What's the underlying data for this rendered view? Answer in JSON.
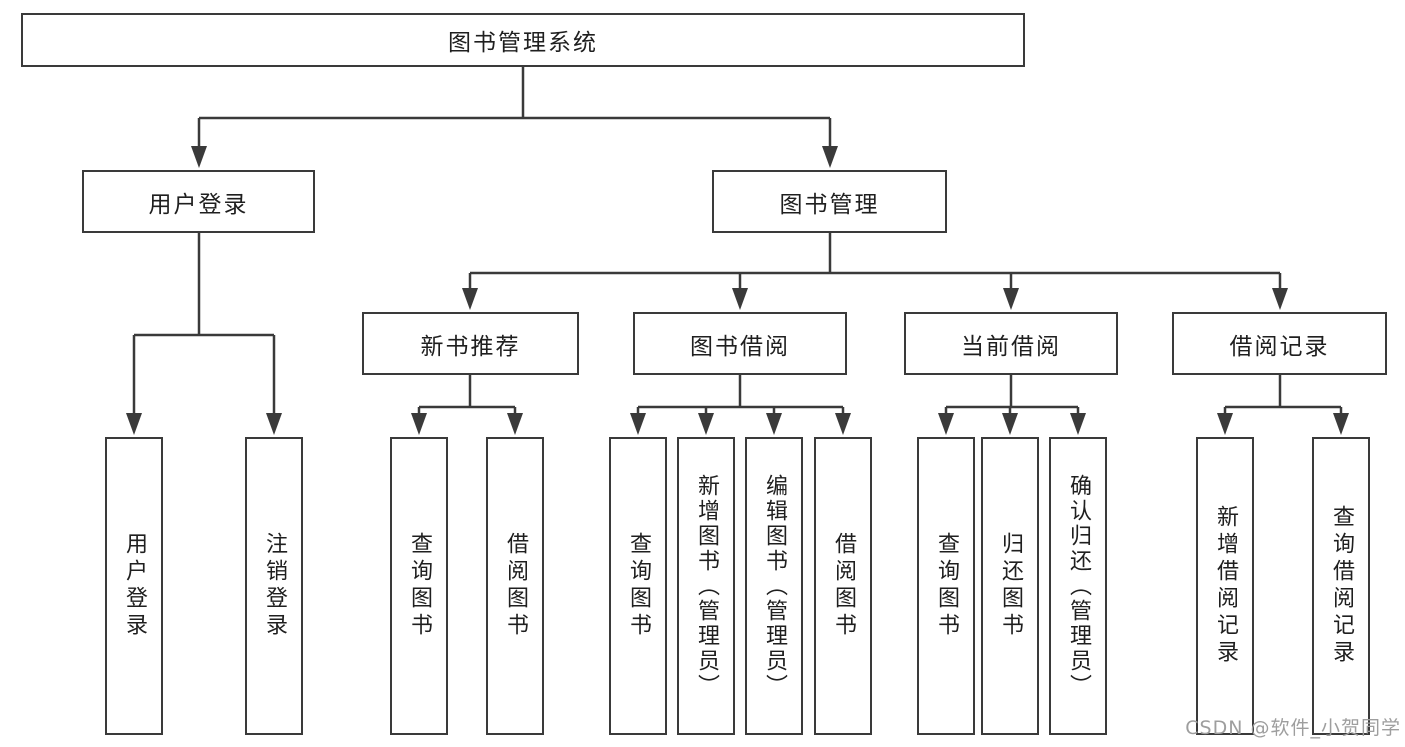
{
  "diagram": {
    "type": "hierarchy-tree",
    "colors": {
      "line": "#3a3a3a",
      "box_border": "#3a3a3a",
      "box_fill": "#ffffff",
      "text": "#1f1f1f"
    },
    "root": {
      "label": "图书管理系统"
    },
    "level2": [
      {
        "label": "用户登录"
      },
      {
        "label": "图书管理"
      }
    ],
    "level3": [
      {
        "label": "新书推荐",
        "parent": "图书管理"
      },
      {
        "label": "图书借阅",
        "parent": "图书管理"
      },
      {
        "label": "当前借阅",
        "parent": "图书管理"
      },
      {
        "label": "借阅记录",
        "parent": "图书管理"
      }
    ],
    "leaves": [
      {
        "label": "用户登录",
        "parent": "用户登录"
      },
      {
        "label": "注销登录",
        "parent": "用户登录"
      },
      {
        "label": "查询图书",
        "parent": "新书推荐"
      },
      {
        "label": "借阅图书",
        "parent": "新书推荐"
      },
      {
        "label": "查询图书",
        "parent": "图书借阅"
      },
      {
        "label": "新增图书（管理员）",
        "parent": "图书借阅"
      },
      {
        "label": "编辑图书（管理员）",
        "parent": "图书借阅"
      },
      {
        "label": "借阅图书",
        "parent": "图书借阅"
      },
      {
        "label": "查询图书",
        "parent": "当前借阅"
      },
      {
        "label": "归还图书",
        "parent": "当前借阅"
      },
      {
        "label": "确认归还（管理员）",
        "parent": "当前借阅"
      },
      {
        "label": "新增借阅记录",
        "parent": "借阅记录"
      },
      {
        "label": "查询借阅记录",
        "parent": "借阅记录"
      }
    ]
  },
  "watermark": {
    "text": "CSDN @软件_小贺同学",
    "color": "#9e9e9e"
  }
}
